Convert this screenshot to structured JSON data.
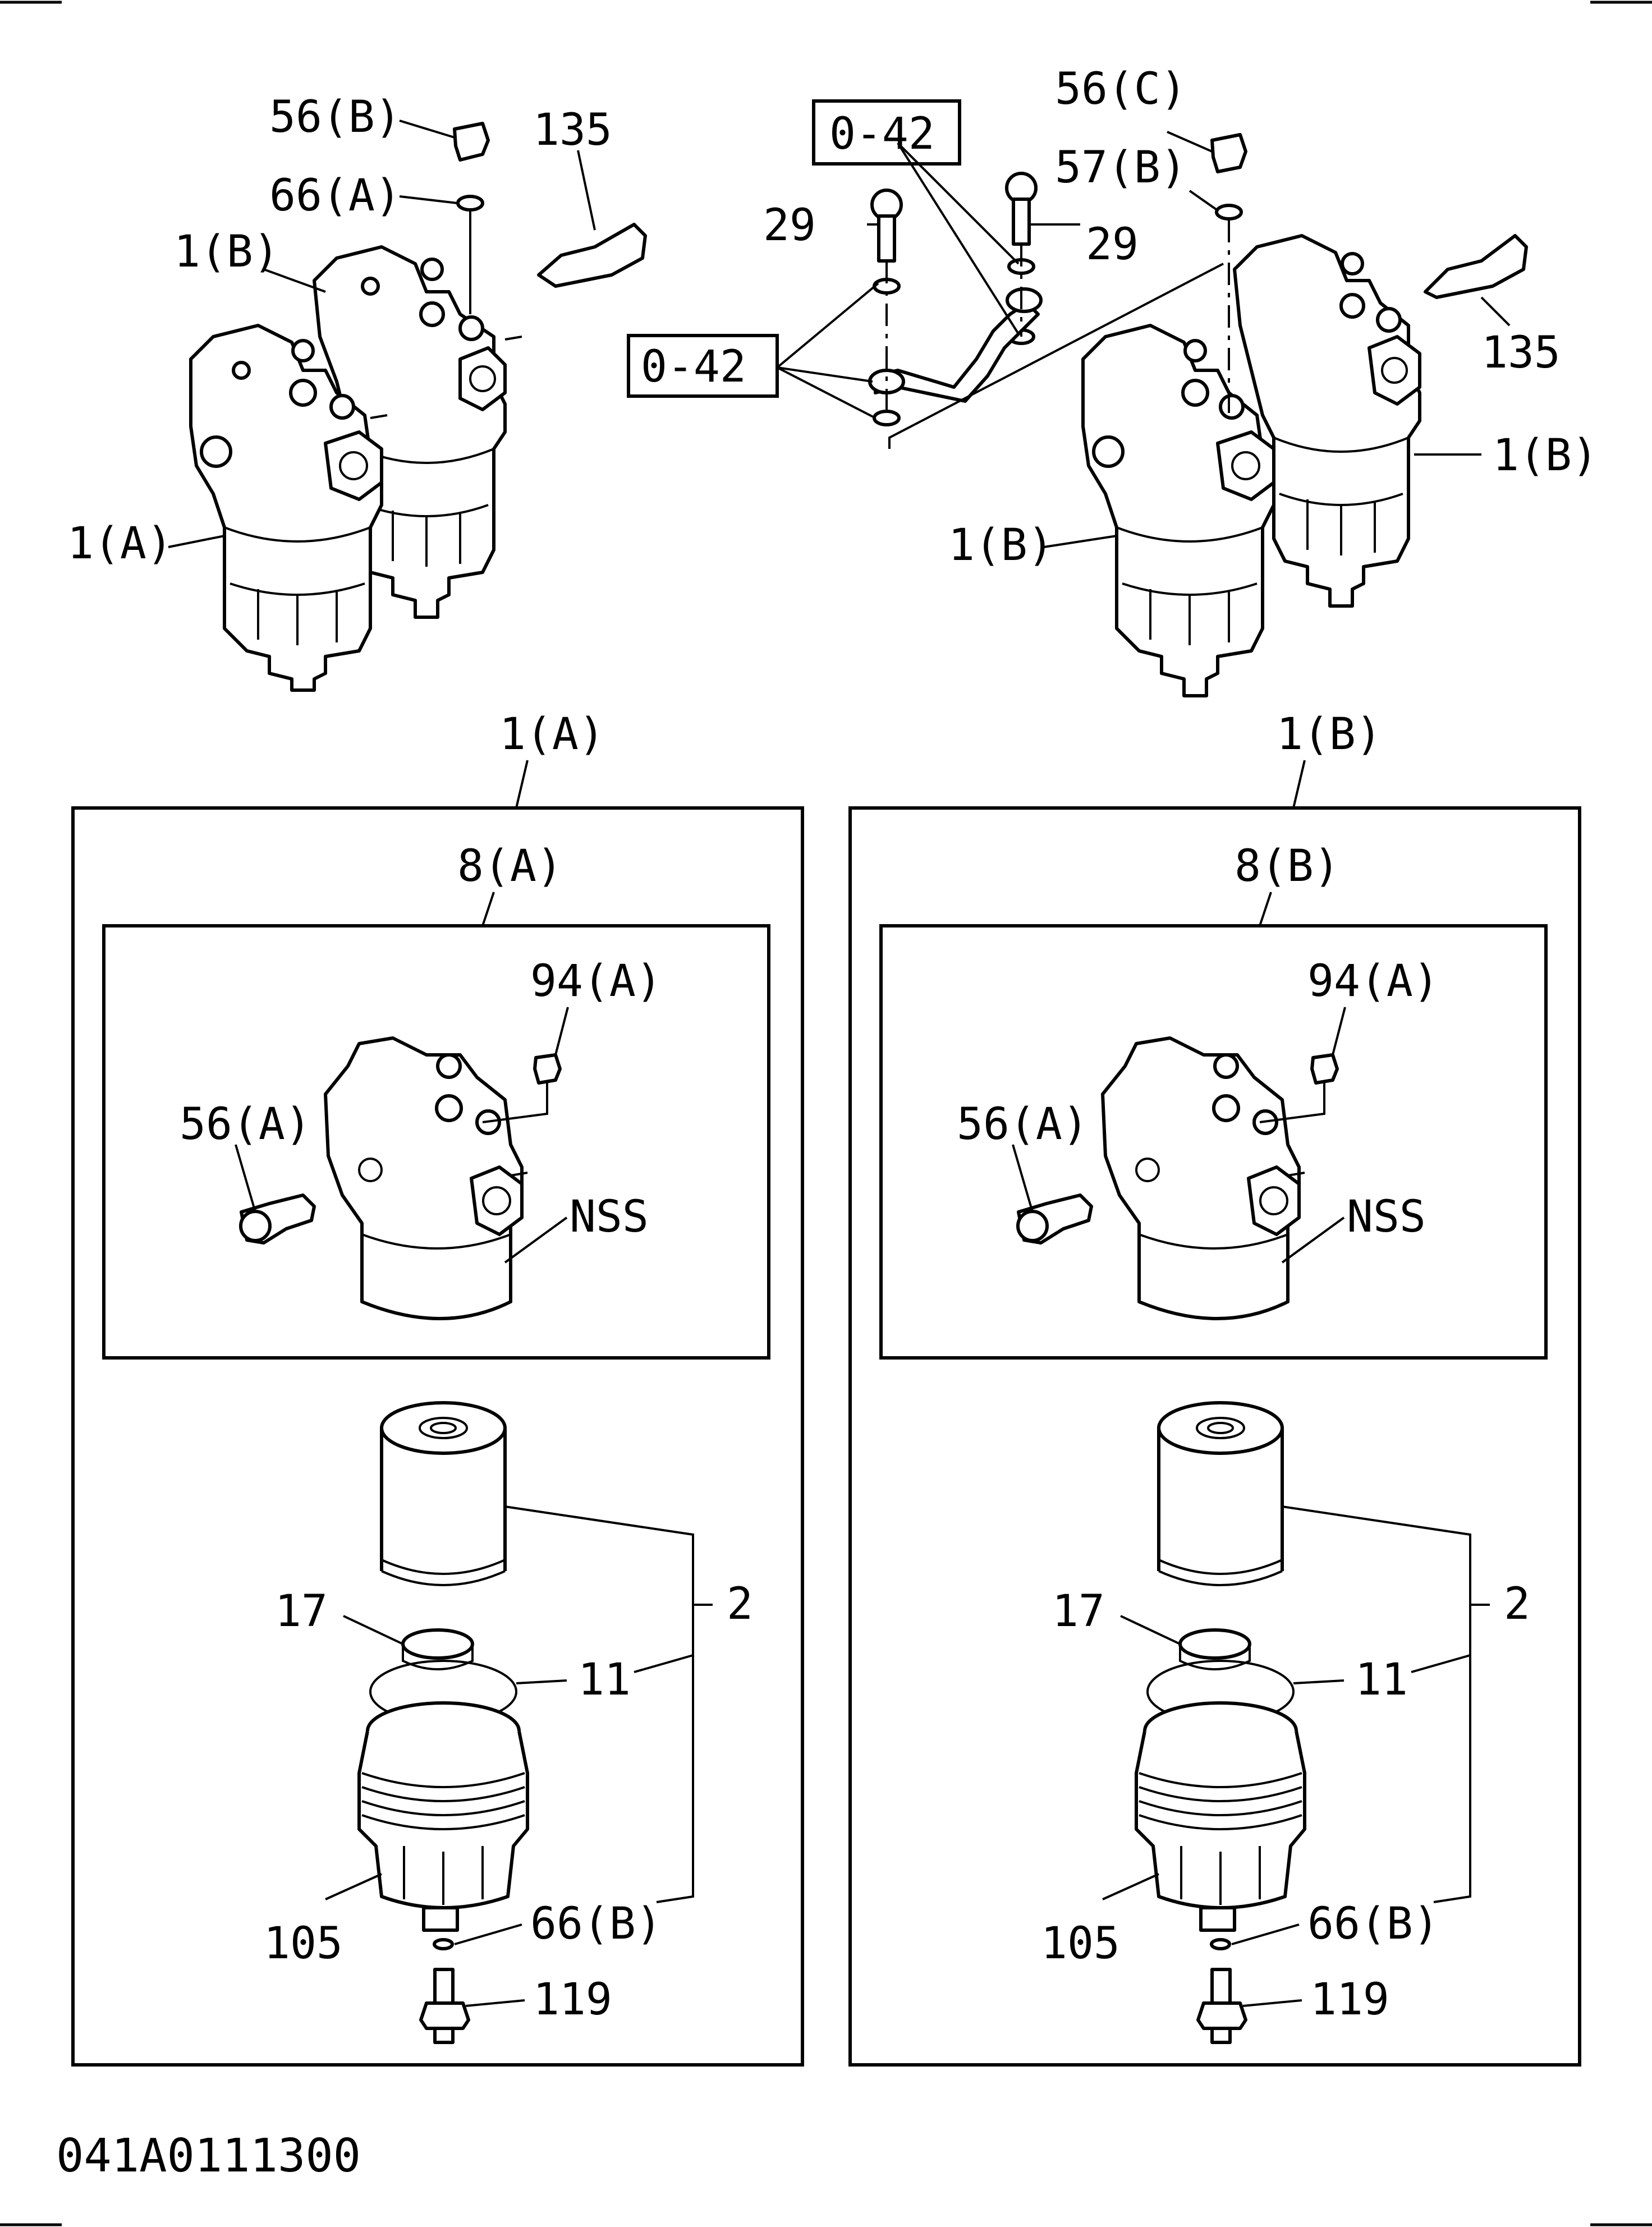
{
  "callouts": {
    "top_left": {
      "l56b": "56(B)",
      "l66a": "66(A)",
      "l135": "135",
      "l1b": "1(B)",
      "l1a": "1(A)"
    },
    "top_right": {
      "l56c": "56(C)",
      "l57b": "57(B)",
      "l042_top": "0-42",
      "l29_left": "29",
      "l29_right": "29",
      "l042_left": "0-42",
      "l135": "135",
      "l1b_right": "1(B)",
      "l1b_left": "1(B)"
    },
    "panel_a": {
      "title": "1(A)",
      "sub_title": "8(A)",
      "l94": "94(A)",
      "l56": "56(A)",
      "nss": "NSS",
      "l2": "2",
      "l17": "17",
      "l11": "11",
      "l105": "105",
      "l66b": "66(B)",
      "l119": "119"
    },
    "panel_b": {
      "title": "1(B)",
      "sub_title": "8(B)",
      "l94": "94(A)",
      "l56": "56(A)",
      "nss": "NSS",
      "l2": "2",
      "l17": "17",
      "l11": "11",
      "l105": "105",
      "l66b": "66(B)",
      "l119": "119"
    }
  },
  "drawing_code": "041A0111300",
  "colors": {
    "ink": "#000000",
    "paper": "#ffffff"
  }
}
